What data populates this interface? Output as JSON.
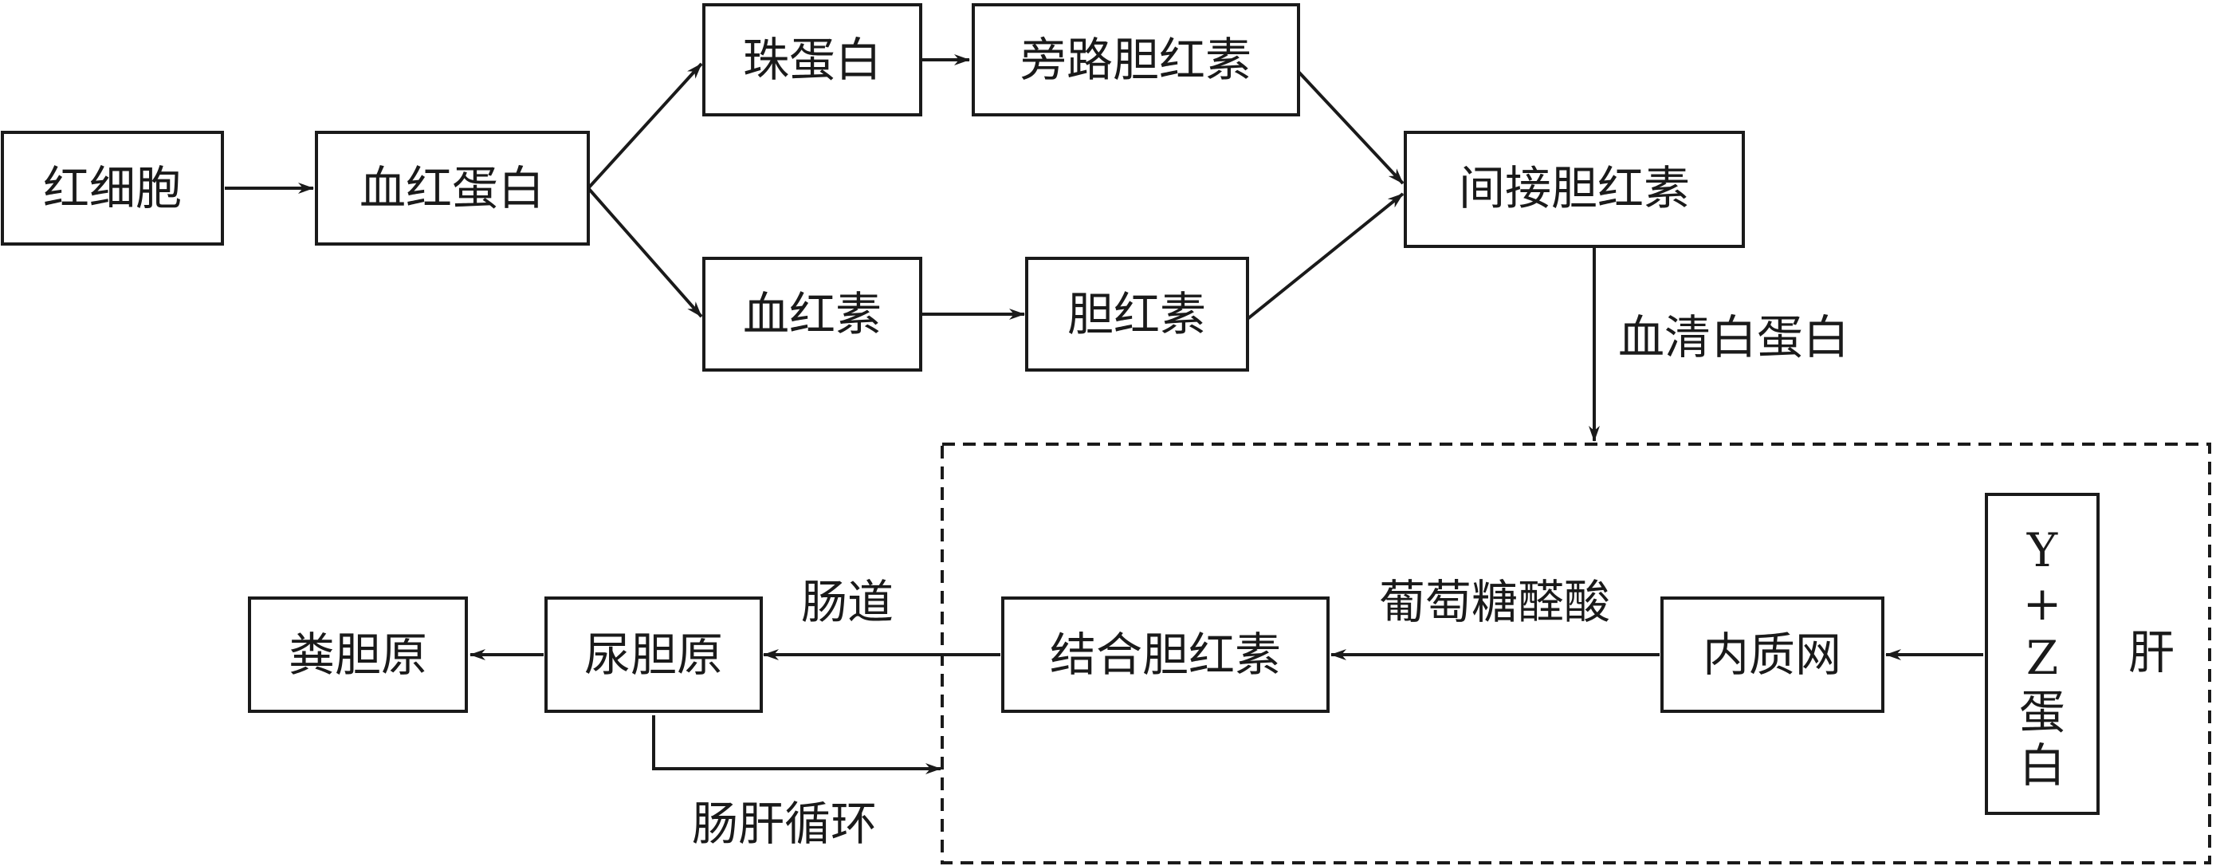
{
  "nodes": {
    "red_cell": "红细胞",
    "hemoglobin": "血红蛋白",
    "globin": "珠蛋白",
    "shunt_bilirubin": "旁路胆红素",
    "heme": "血红素",
    "bilirubin": "胆红素",
    "indirect_bilirubin": "间接胆红素",
    "conjugated_bilirubin": "结合胆红素",
    "er": "内质网",
    "urobilinogen": "尿胆原",
    "stercobilinogen": "粪胆原",
    "yz_protein_chars": [
      "Y",
      "+",
      "Z",
      "蛋",
      "白"
    ]
  },
  "edge_labels": {
    "serum_albumin": "血清白蛋白",
    "glucuronic_acid": "葡萄糖醛酸",
    "intestine": "肠道",
    "enterohepatic": "肠肝循环"
  },
  "region_label": "肝"
}
